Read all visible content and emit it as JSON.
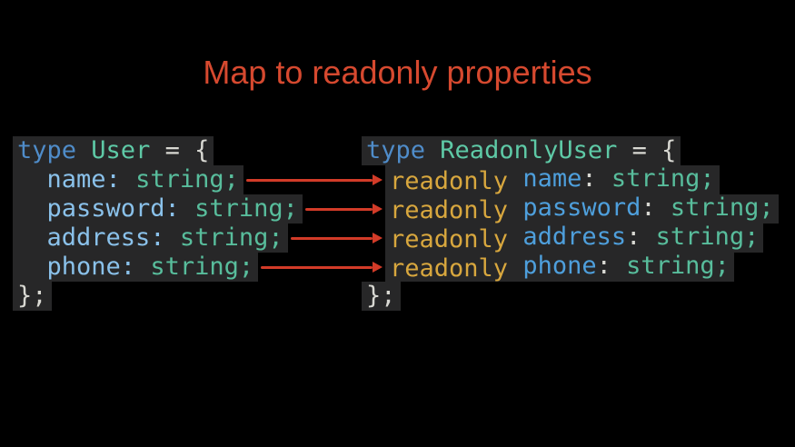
{
  "title": "Map to readonly properties",
  "colors": {
    "background": "#000000",
    "title": "#d6492f",
    "arrow": "#d23b28",
    "code_bg": "#272728",
    "keyword": "#4f8cc9",
    "typename": "#5ec9a6",
    "string": "#58bd9c",
    "prop_left": "#8ac1ea",
    "prop_right": "#4e9fdc",
    "modifier": "#d8a73e",
    "punct": "#d8d8d2"
  },
  "code_left": {
    "type_name": "User",
    "lines": [
      {
        "tokens": [
          {
            "text": "type",
            "cls": "keyword"
          },
          {
            "text": " ",
            "cls": "punct"
          },
          {
            "text": "User",
            "cls": "typename"
          },
          {
            "text": " = {",
            "cls": "punct"
          }
        ]
      },
      {
        "tokens": [
          {
            "text": "  ",
            "cls": "punct"
          },
          {
            "text": "name:",
            "cls": "prop_left"
          },
          {
            "text": " ",
            "cls": "punct"
          },
          {
            "text": "string;",
            "cls": "string"
          }
        ]
      },
      {
        "tokens": [
          {
            "text": "  ",
            "cls": "punct"
          },
          {
            "text": "password:",
            "cls": "prop_left"
          },
          {
            "text": " ",
            "cls": "punct"
          },
          {
            "text": "string;",
            "cls": "string"
          }
        ]
      },
      {
        "tokens": [
          {
            "text": "  ",
            "cls": "punct"
          },
          {
            "text": "address:",
            "cls": "prop_left"
          },
          {
            "text": " ",
            "cls": "punct"
          },
          {
            "text": "string;",
            "cls": "string"
          }
        ]
      },
      {
        "tokens": [
          {
            "text": "  ",
            "cls": "punct"
          },
          {
            "text": "phone:",
            "cls": "prop_left"
          },
          {
            "text": " ",
            "cls": "punct"
          },
          {
            "text": "string;",
            "cls": "string"
          }
        ]
      },
      {
        "tokens": [
          {
            "text": "};",
            "cls": "punct"
          }
        ]
      }
    ]
  },
  "code_right": {
    "type_name": "ReadonlyUser",
    "lines": [
      {
        "tokens": [
          {
            "text": "type",
            "cls": "keyword"
          },
          {
            "text": " ",
            "cls": "punct"
          },
          {
            "text": "ReadonlyUser",
            "cls": "typename"
          },
          {
            "text": " = {",
            "cls": "punct"
          }
        ]
      },
      {
        "tokens": [
          {
            "text": "readonly",
            "cls": "modifier"
          },
          {
            "text": " ",
            "cls": "punct"
          },
          {
            "text": "name",
            "cls": "prop_right"
          },
          {
            "text": ":",
            "cls": "punct"
          },
          {
            "text": " ",
            "cls": "punct"
          },
          {
            "text": "string;",
            "cls": "string"
          }
        ]
      },
      {
        "tokens": [
          {
            "text": "readonly",
            "cls": "modifier"
          },
          {
            "text": " ",
            "cls": "punct"
          },
          {
            "text": "password",
            "cls": "prop_right"
          },
          {
            "text": ":",
            "cls": "punct"
          },
          {
            "text": " ",
            "cls": "punct"
          },
          {
            "text": "string;",
            "cls": "string"
          }
        ]
      },
      {
        "tokens": [
          {
            "text": "readonly",
            "cls": "modifier"
          },
          {
            "text": " ",
            "cls": "punct"
          },
          {
            "text": "address",
            "cls": "prop_right"
          },
          {
            "text": ":",
            "cls": "punct"
          },
          {
            "text": " ",
            "cls": "punct"
          },
          {
            "text": "string;",
            "cls": "string"
          }
        ]
      },
      {
        "tokens": [
          {
            "text": "readonly",
            "cls": "modifier"
          },
          {
            "text": " ",
            "cls": "punct"
          },
          {
            "text": "phone",
            "cls": "prop_right"
          },
          {
            "text": ":",
            "cls": "punct"
          },
          {
            "text": " ",
            "cls": "punct"
          },
          {
            "text": "string;",
            "cls": "string"
          }
        ]
      },
      {
        "tokens": [
          {
            "text": "};",
            "cls": "punct"
          }
        ]
      }
    ]
  },
  "arrows": {
    "mappings": [
      {
        "from": "name",
        "to": "readonly name"
      },
      {
        "from": "password",
        "to": "readonly password"
      },
      {
        "from": "address",
        "to": "readonly address"
      },
      {
        "from": "phone",
        "to": "readonly phone"
      }
    ]
  }
}
